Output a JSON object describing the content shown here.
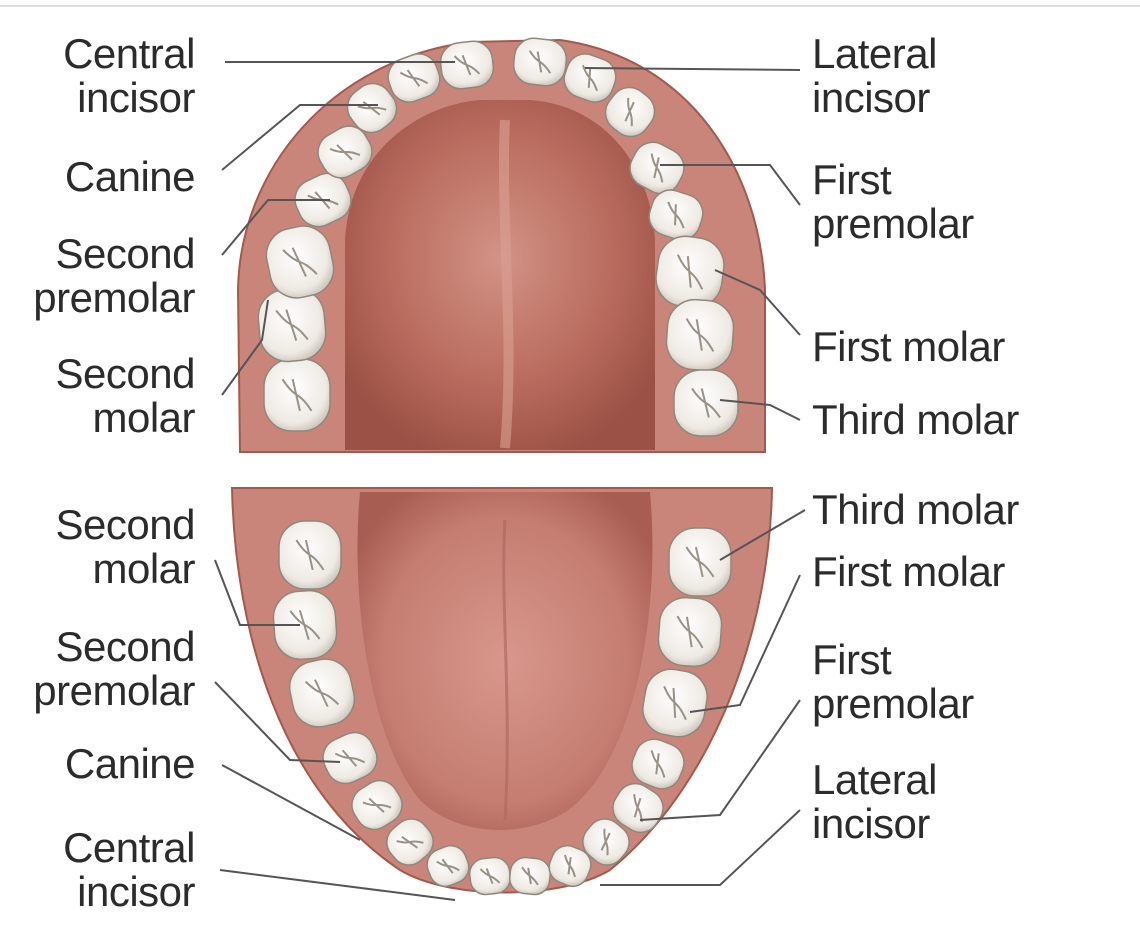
{
  "upper": {
    "left": {
      "central_incisor": [
        "Central",
        "incisor"
      ],
      "canine": [
        "Canine"
      ],
      "second_premolar": [
        "Second",
        "premolar"
      ],
      "second_molar": [
        "Second",
        "molar"
      ]
    },
    "right": {
      "lateral_incisor": [
        "Lateral",
        "incisor"
      ],
      "first_premolar": [
        "First",
        "premolar"
      ],
      "first_molar": [
        "First molar"
      ],
      "third_molar": [
        "Third molar"
      ]
    }
  },
  "lower": {
    "left": {
      "second_molar": [
        "Second",
        "molar"
      ],
      "second_premolar": [
        "Second",
        "premolar"
      ],
      "canine": [
        "Canine"
      ],
      "central_incisor": [
        "Central",
        "incisor"
      ]
    },
    "right": {
      "third_molar": [
        "Third molar"
      ],
      "first_molar": [
        "First molar"
      ],
      "first_premolar": [
        "First",
        "premolar"
      ],
      "lateral_incisor": [
        "Lateral",
        "incisor"
      ]
    }
  },
  "colors": {
    "gum": "#c07a6c",
    "gum_dark": "#8e4a40",
    "palate": "#b8685a",
    "palate_light": "#d9998a",
    "tongue": "#c8847a",
    "tooth": "#f3f1ec",
    "tooth_shadow": "#a9a39a",
    "leader": "#555555"
  }
}
